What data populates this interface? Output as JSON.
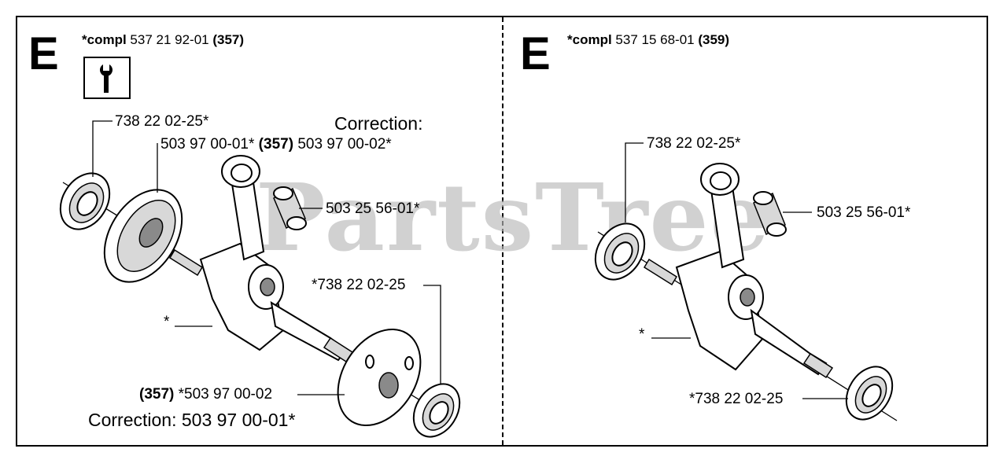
{
  "left_panel": {
    "section_letter": "E",
    "header": {
      "prefix": "*compl",
      "number": "537 21 92-01",
      "model": "(357)"
    },
    "tool_icon": "wrench-icon",
    "labels": {
      "bearing_top": "738 22 02-25*",
      "flywheel_side_part": "503 97 00-01*",
      "flywheel_model": "(357)",
      "flywheel_corr_part": "503 97 00-02*",
      "needle_bearing": "503 25 56-01*",
      "bearing_bottom": "*738 22 02-25",
      "asterisk": "*",
      "clutch_model": "(357)",
      "clutch_part": "*503 97 00-02"
    },
    "corrections": {
      "top": "Correction:",
      "bottom": "Correction: 503 97 00-01*"
    }
  },
  "right_panel": {
    "section_letter": "E",
    "header": {
      "prefix": "*compl",
      "number": "537 15 68-01",
      "model": "(359)"
    },
    "labels": {
      "bearing_top": "738 22 02-25*",
      "needle_bearing": "503 25 56-01*",
      "asterisk": "*",
      "bearing_bottom": "*738 22 02-25"
    }
  },
  "watermark": "PartsTree",
  "colors": {
    "line": "#000000",
    "watermark": "#b9b9b9",
    "background": "#ffffff"
  }
}
